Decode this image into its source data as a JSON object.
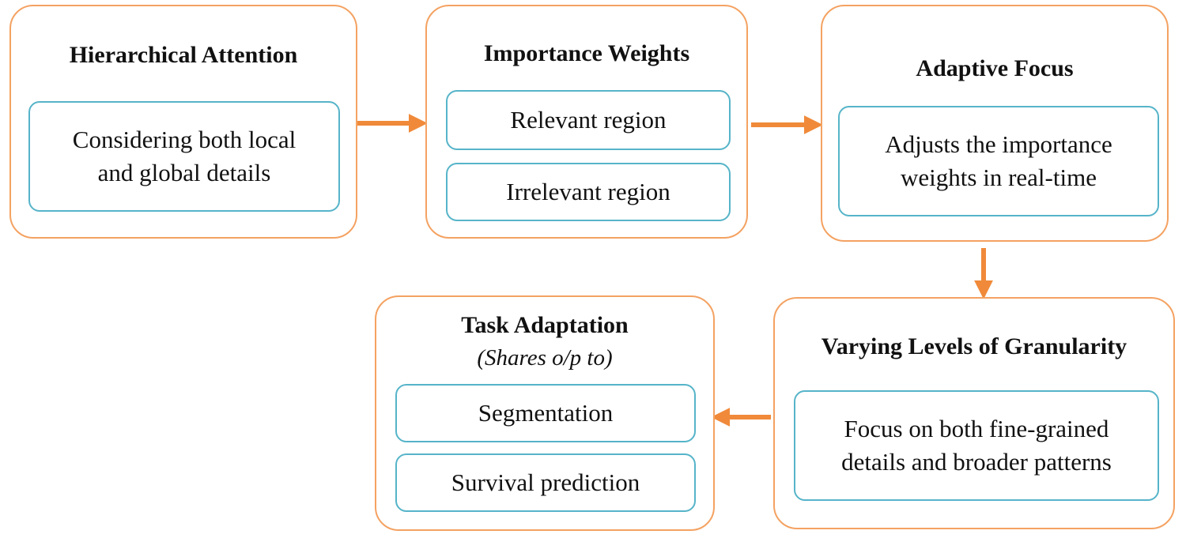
{
  "colors": {
    "outer_border": "#F4A262",
    "inner_border": "#56B4C9",
    "arrow": "#F08A3A"
  },
  "nodes": {
    "hierarchical_attention": {
      "title": "Hierarchical Attention",
      "detail_line1": "Considering both local",
      "detail_line2": "and global details"
    },
    "importance_weights": {
      "title": "Importance Weights",
      "item1": "Relevant region",
      "item2": "Irrelevant region"
    },
    "adaptive_focus": {
      "title": "Adaptive Focus",
      "detail_line1": "Adjusts the importance",
      "detail_line2": "weights in real-time"
    },
    "varying_levels": {
      "title": "Varying Levels of Granularity",
      "detail_line1": "Focus on both fine-grained",
      "detail_line2": "details and broader patterns"
    },
    "task_adaptation": {
      "title": "Task Adaptation",
      "subtitle": "(Shares o/p to)",
      "item1": "Segmentation",
      "item2": "Survival prediction"
    }
  }
}
